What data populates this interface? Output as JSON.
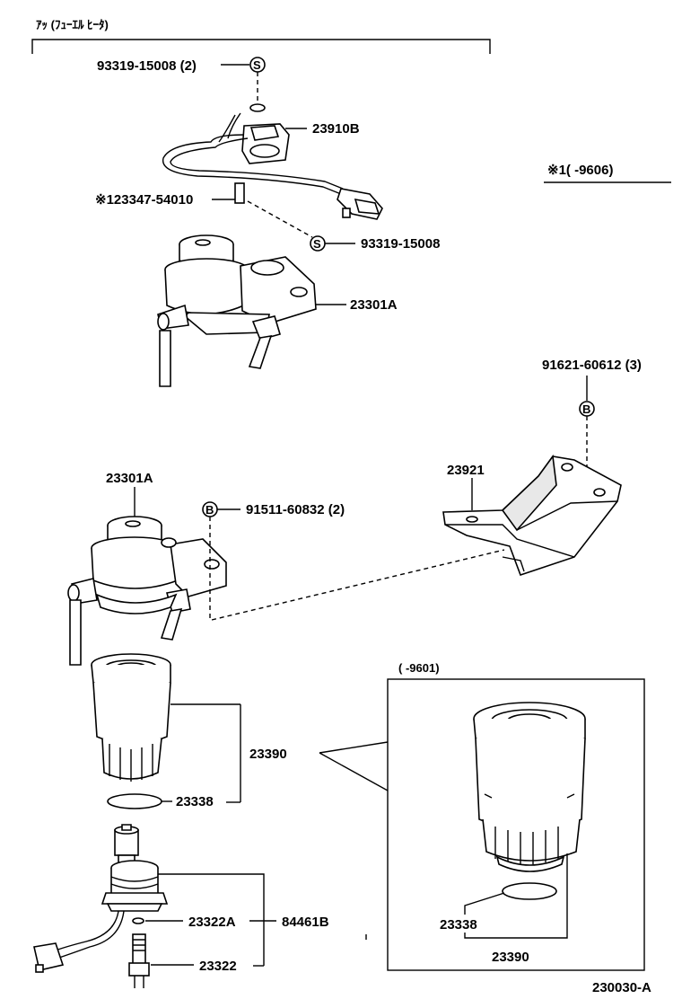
{
  "header": {
    "title": "ｱｯ (ﾌｭｰｴﾙ ﾋｰﾀ)"
  },
  "note": {
    "text": "※1(      -9606)"
  },
  "labels": {
    "bolt_top": "93319-15008 (2)",
    "sensor": "23910B",
    "clip": "※123347-54010",
    "bolt_mid": "93319-15008",
    "housing_top": "23301A",
    "bolt_right": "91621-60612 (3)",
    "bracket": "23921",
    "housing_mid": "23301A",
    "bolt_housing": "91511-60832 (2)",
    "filter": "23390",
    "gasket": "23338",
    "oring": "23322A",
    "switch_assy": "84461B",
    "switch": "23322",
    "inset_title": "(      -9601)",
    "inset_gasket": "23338",
    "inset_filter": "23390",
    "footer_code": "230030-A"
  },
  "markers": {
    "s": "S",
    "b": "B"
  }
}
